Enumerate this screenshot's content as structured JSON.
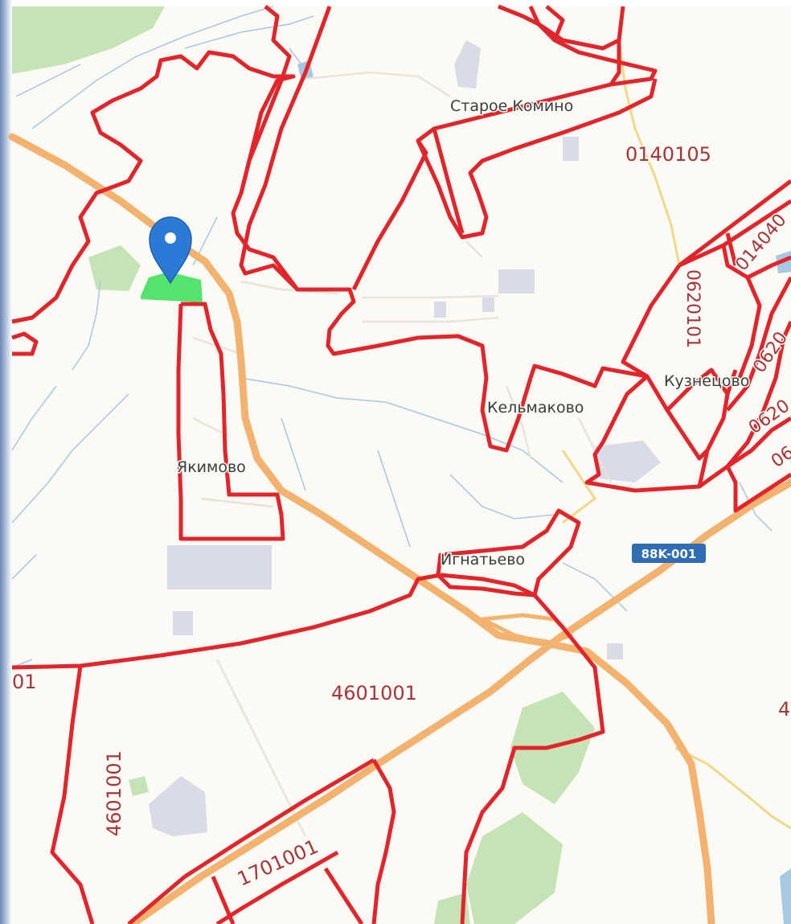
{
  "map": {
    "settlements": {
      "staroe_komino": "Старое Комино",
      "kuznetsovo": "Кузнецово",
      "kelmakovo": "Кельмаково",
      "yakimovo": "Якимово",
      "ignatevo": "Игнатьево"
    },
    "cadastral": {
      "q_0140105": "0140105",
      "q_4601001": "4601001",
      "q_4601001_vertical": "4601001",
      "q_1701001": "1701001",
      "q_0620101": "0620101",
      "q_01404_partial": "014040",
      "q_0620_partial_1": "0620",
      "q_0620_partial_2": "0620",
      "q_06_partial": "06",
      "q_left_edge_partial": "01",
      "q_right_edge_partial": "4"
    },
    "road_shield": "88K-001",
    "colors": {
      "background": "#fbfaf4",
      "boundary": "#e3242b",
      "highway": "#f3b26e",
      "water": "#a7c8e3",
      "forest": "#c5e3b4",
      "industrial": "#d9dbe6",
      "selected_parcel": "#54e36c",
      "marker": "#2b7bd6",
      "shield": "#2f6db5"
    },
    "marker_icon": "map-pin-icon"
  }
}
